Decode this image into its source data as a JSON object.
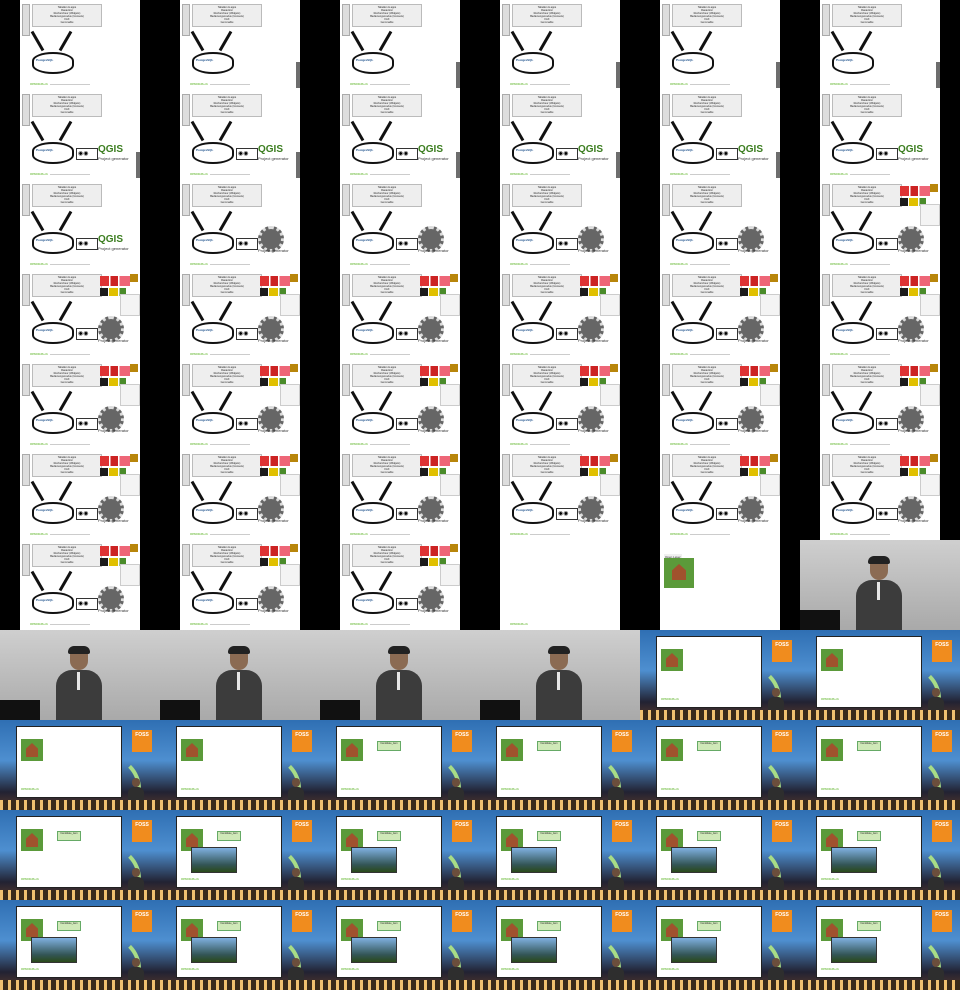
{
  "slide": {
    "label_lines": [
      "Tabellen & apps",
      "Rasterizer",
      "Rechercheur (Widgets)",
      "Bedienungsmodus (Iconsets)",
      "FAX",
      "Gemmablu"
    ],
    "db_label": "PostgreSQL",
    "qgis_title": "QGIS",
    "qgis_subtitle": "Project generator",
    "footer_brand": "OPENGIS.ch",
    "caption_tag": "Open Layer"
  },
  "stage": {
    "foss_label": "FOSS",
    "note_label": "Candidate_item"
  },
  "icons": [
    "database-icon",
    "antenna-icon",
    "eyes-icon",
    "gear-icon",
    "logo-strip-icon",
    "doghouse-icon",
    "person-icon",
    "foss-logo-icon"
  ]
}
